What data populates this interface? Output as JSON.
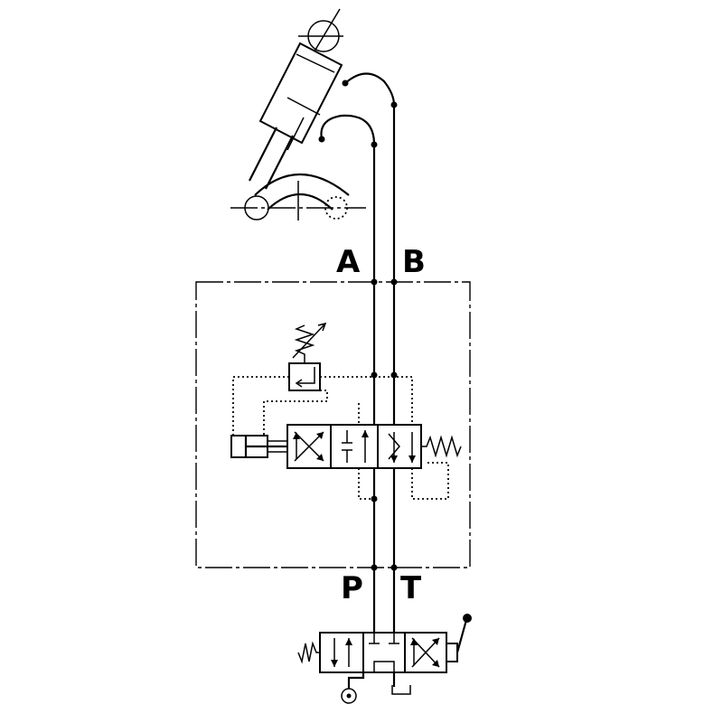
{
  "ports": {
    "a": "A",
    "b": "B",
    "p": "P",
    "t": "T"
  },
  "colors": {
    "line": "#000000",
    "background": "#ffffff"
  }
}
